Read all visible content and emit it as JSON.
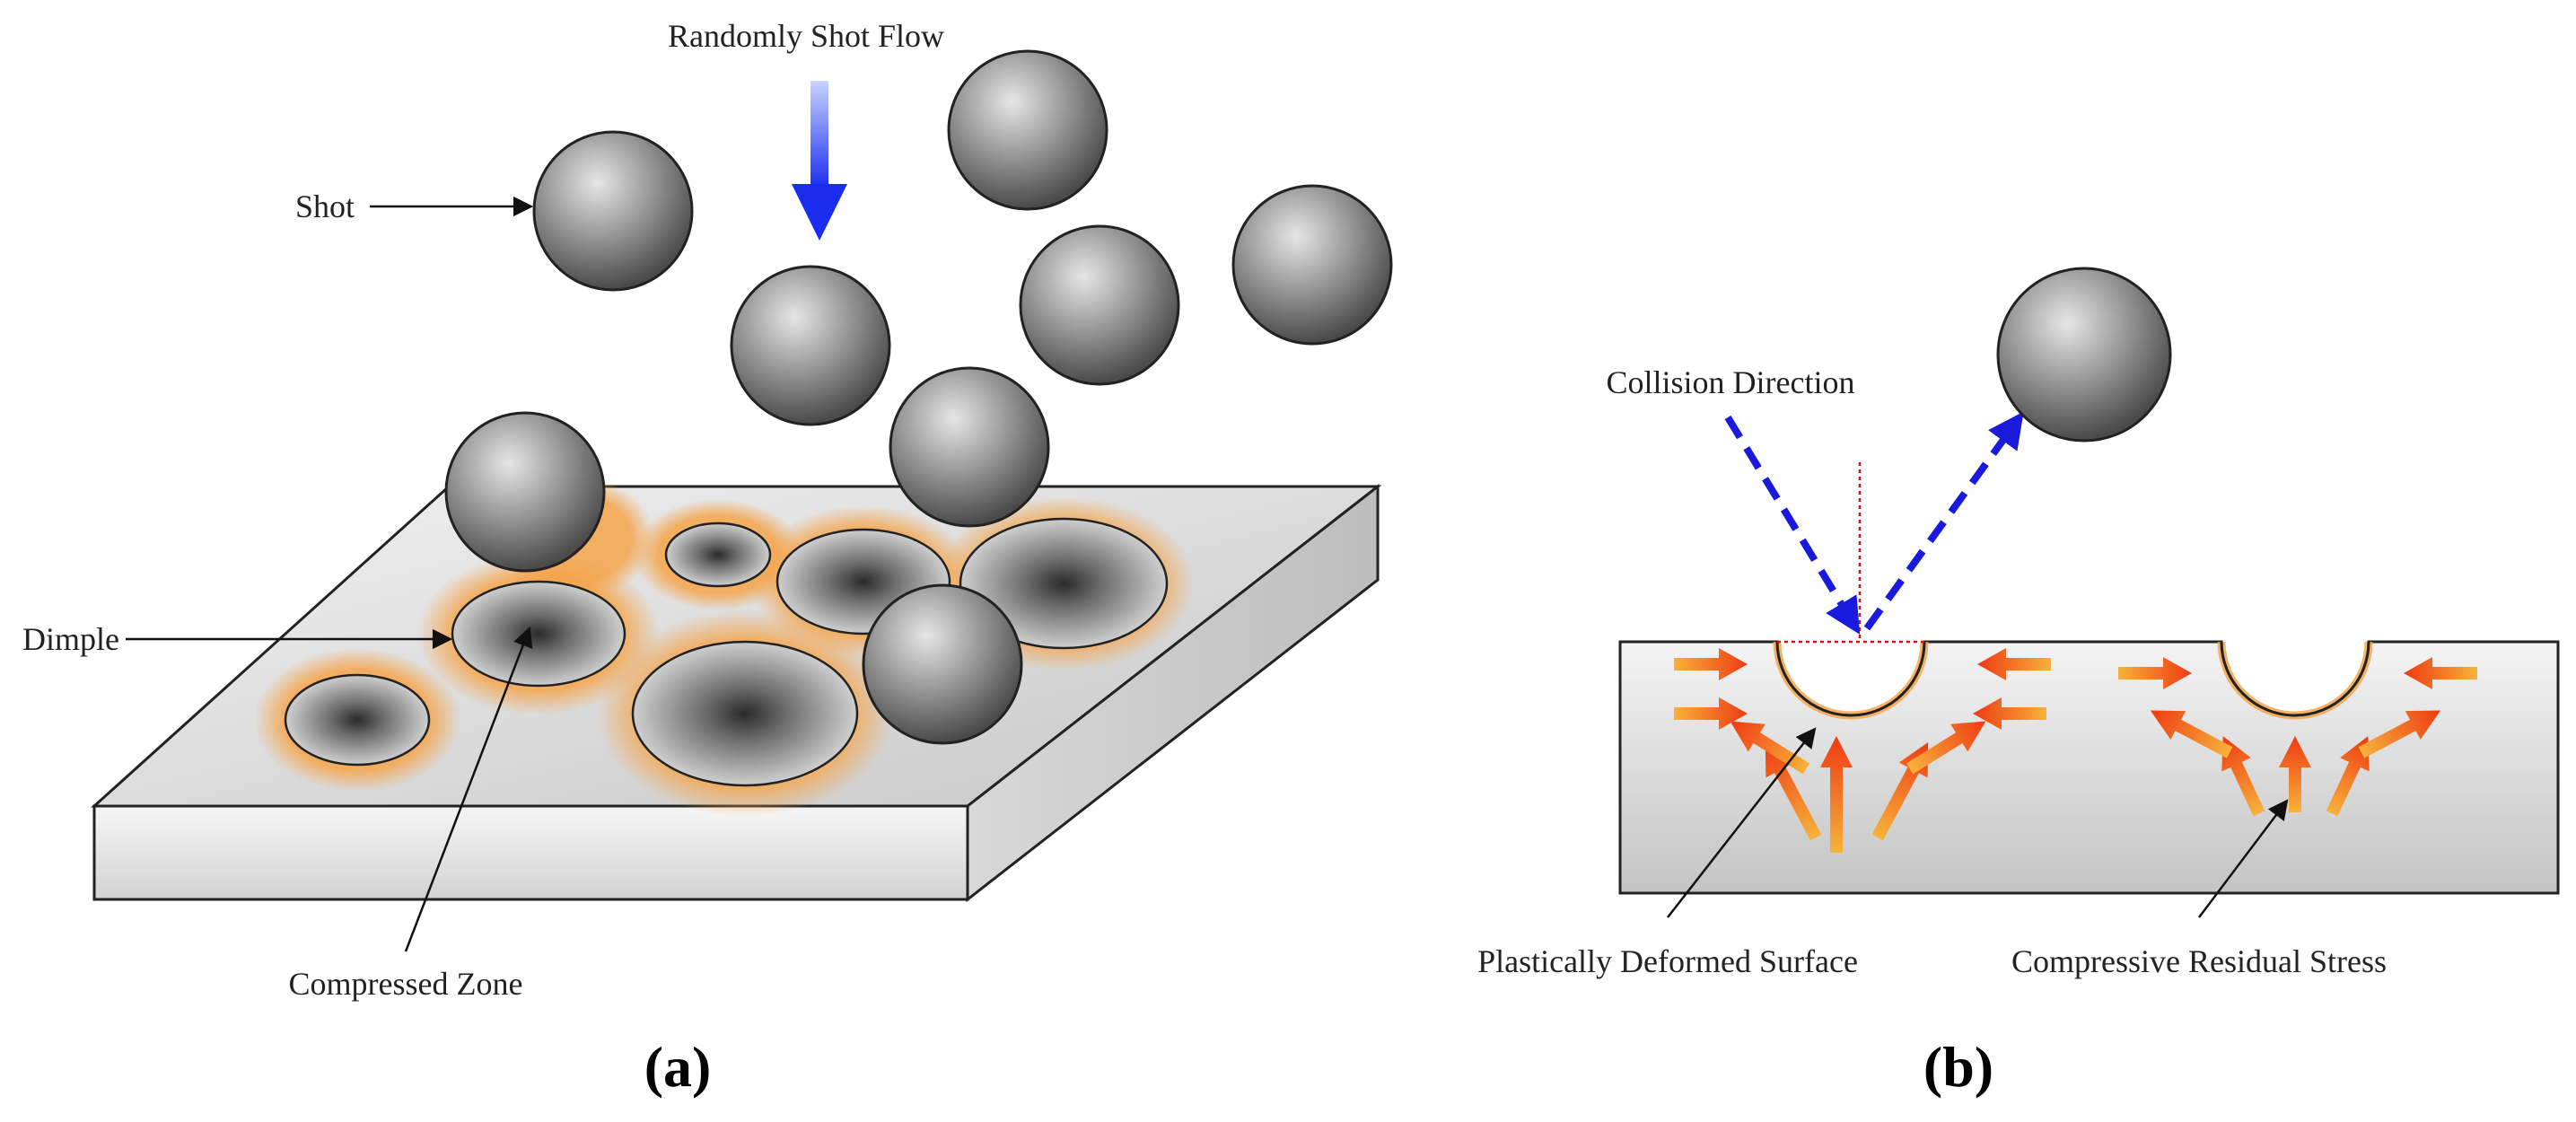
{
  "panel_a": {
    "caption": "(a)",
    "labels": {
      "flow": "Randomly Shot Flow",
      "shot": "Shot",
      "dimple": "Dimple",
      "compressed_zone": "Compressed Zone"
    }
  },
  "panel_b": {
    "caption": "(b)",
    "labels": {
      "collision": "Collision Direction",
      "deformed": "Plastically Deformed Surface",
      "residual": "Compressive Residual Stress"
    }
  },
  "colors": {
    "shot_gray": "#8f8f8f",
    "flow_arrow_blue": "#1a2cf0",
    "collision_blue": "#1a1adc",
    "stress_orange": "#f07a1e",
    "glow_orange": "#f5a44a"
  }
}
